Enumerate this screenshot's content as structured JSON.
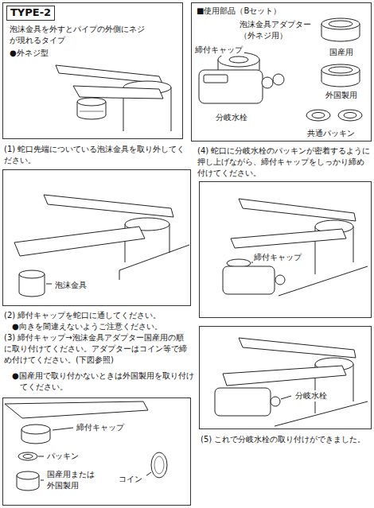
{
  "diagram": {
    "nodes": [
      {
        "text": [
          "TYPE-2",
          "泡沫金具を外すとパイプの外側にネジが現れるタイプ",
          "●外ネジ型"
        ]
      },
      {
        "text": [
          "■使用部品（Bセット）",
          "締付キャップ",
          "泡沫金具アダプター（外ネジ用）",
          "国産用",
          "外国製用",
          "共通パッキン",
          "分岐水栓"
        ]
      },
      {
        "text": [
          "泡沫金具"
        ]
      },
      {
        "text": [
          "締付キャップ",
          "パッキン",
          "国産用または外国製用",
          "コイン"
        ]
      },
      {
        "text": [
          "締付キャップ"
        ]
      },
      {
        "text": [
          "分岐水栓"
        ]
      }
    ],
    "labels": [
      "(1) 蛇口先端についている泡沫金具を取り外してください。",
      "(2) 締付キャップを蛇口に通してください。",
      "●向きを間違えないようご注意ください。",
      "(3) 締付キャップ→泡沫金具アダプター国産用の順に取り付けてください。アダプターはコイン等で締め付けてください。(下図参照)",
      "●国産用で取り付かないときは外国製用を取り付けてください。",
      "(4) 蛇口に分岐水栓のパッキンが密着するように押し上げながら、締付キャップをしっかり締め付けてください。",
      "(5) これで分岐水栓の取り付けができました。"
    ]
  }
}
